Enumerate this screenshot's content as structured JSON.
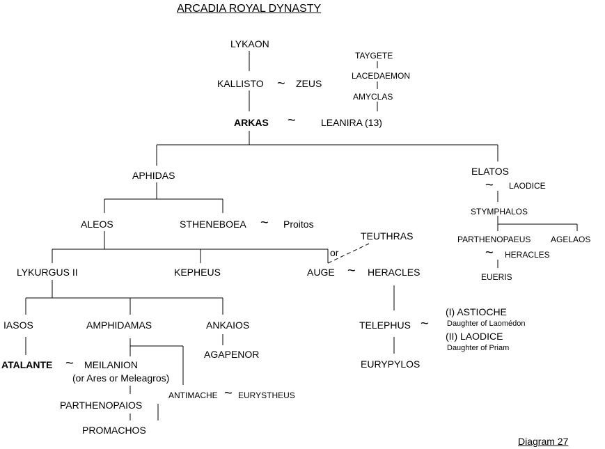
{
  "title": "ARCADIA ROYAL DYNASTY",
  "footer": "Diagram 27",
  "marriage_symbol": "~",
  "people": {
    "lykaon": "LYKAON",
    "taygete": "TAYGETE",
    "lacedaemon": "LACEDAEMON",
    "amyclas": "AMYCLAS",
    "kallisto": "KALLISTO",
    "zeus": "ZEUS",
    "arkas": "ARKAS",
    "leanira": "LEANIRA (13)",
    "aphidas": "APHIDAS",
    "elatos": "ELATOS",
    "laodice_elatos": "LAODICE",
    "stymphalos": "STYMPHALOS",
    "parthenopaeus": "PARTHENOPAEUS",
    "agelaos": "AGELAOS",
    "heracles_small": "HERACLES",
    "eueris": "EUERIS",
    "aleos": "ALEOS",
    "stheneboea": "STHENEBOEA",
    "proitos": "Proitos",
    "teuthras": "TEUTHRAS",
    "or": "or",
    "lykurgus": "LYKURGUS II",
    "kepheus": "KEPHEUS",
    "auge": "AUGE",
    "heracles": "HERACLES",
    "iasos": "IASOS",
    "amphidamas": "AMPHIDAMAS",
    "ankaios": "ANKAIOS",
    "telephus": "TELEPHUS",
    "astioche": "(I) ASTIOCHE",
    "astioche_note": "Daughter of Laomédon",
    "laodice_priam": "(II) LAODICE",
    "laodice_priam_note": "Daughter of Priam",
    "atalante": "ATALANTE",
    "meilanion": "MEILANION",
    "meilanion_note": "(or Ares or Meleagros)",
    "agapenor": "AGAPENOR",
    "eurypylos": "EURYPYLOS",
    "antimache": "ANTIMACHE",
    "eurystheus": "EURYSTHEUS",
    "parthenopaios": "PARTHENOPAIOS",
    "promachos": "PROMACHOS"
  },
  "links": [
    {
      "type": "descent",
      "from": "LYKAON",
      "to": "KALLISTO"
    },
    {
      "type": "union",
      "a": "KALLISTO",
      "b": "ZEUS",
      "children": [
        "ARKAS"
      ]
    },
    {
      "type": "descent",
      "from": "TAYGETE",
      "to": "LACEDAEMON"
    },
    {
      "type": "descent",
      "from": "LACEDAEMON",
      "to": "AMYCLAS"
    },
    {
      "type": "descent",
      "from": "AMYCLAS",
      "to": "LEANIRA (13)"
    },
    {
      "type": "union",
      "a": "ARKAS",
      "b": "LEANIRA (13)",
      "children": [
        "APHIDAS",
        "ELATOS"
      ]
    },
    {
      "type": "union",
      "a": "ELATOS",
      "b": "LAODICE",
      "children": [
        "STYMPHALOS"
      ]
    },
    {
      "type": "descent",
      "from": "STYMPHALOS",
      "to": [
        "PARTHENOPAEUS",
        "AGELAOS"
      ]
    },
    {
      "type": "union",
      "a": "PARTHENOPAEUS",
      "b": "HERACLES",
      "children": [
        "EUERIS"
      ]
    },
    {
      "type": "descent",
      "from": "APHIDAS",
      "to": [
        "ALEOS",
        "STHENEBOEA"
      ]
    },
    {
      "type": "union",
      "a": "STHENEBOEA",
      "b": "Proitos",
      "children": []
    },
    {
      "type": "descent",
      "from": "ALEOS",
      "to": [
        "LYKURGUS II",
        "KEPHEUS",
        "AUGE"
      ]
    },
    {
      "type": "alternative",
      "from": "TEUTHRAS",
      "to": "AUGE"
    },
    {
      "type": "union",
      "a": "AUGE",
      "b": "HERACLES",
      "children": [
        "TELEPHUS"
      ]
    },
    {
      "type": "union",
      "a": "TELEPHUS",
      "b": [
        "(I) ASTIOCHE",
        "(II) LAODICE"
      ],
      "children": [
        "EURYPYLOS"
      ]
    },
    {
      "type": "descent",
      "from": "LYKURGUS II",
      "to": [
        "IASOS",
        "AMPHIDAMAS",
        "ANKAIOS"
      ]
    },
    {
      "type": "descent",
      "from": "IASOS",
      "to": "ATALANTE"
    },
    {
      "type": "descent",
      "from": "ANKAIOS",
      "to": "AGAPENOR"
    },
    {
      "type": "descent",
      "from": "AMPHIDAMAS",
      "to": [
        "MEILANION",
        "ANTIMACHE"
      ]
    },
    {
      "type": "union",
      "a": "ATALANTE",
      "b": "MEILANION",
      "children": [
        "PARTHENOPAIOS"
      ]
    },
    {
      "type": "union",
      "a": "ANTIMACHE",
      "b": "EURYSTHEUS",
      "children": []
    },
    {
      "type": "descent",
      "from": "PARTHENOPAIOS",
      "to": "PROMACHOS"
    }
  ]
}
